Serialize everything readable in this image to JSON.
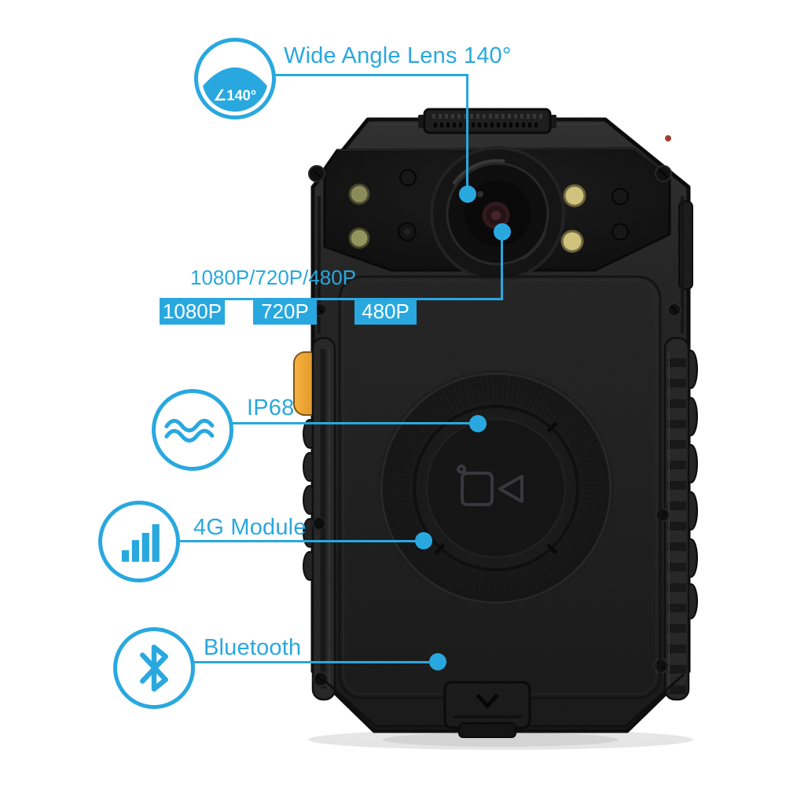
{
  "accent_color": "#29a8df",
  "callouts": {
    "wide_angle": {
      "icon": "lens-angle-icon",
      "icon_text": "∠140°",
      "label": "Wide Angle Lens 140°"
    },
    "resolution": {
      "title": "1080P/720P/480P",
      "badges": [
        "1080P",
        "720P",
        "480P"
      ]
    },
    "waterproof": {
      "icon": "water-waves-icon",
      "label": "IP68"
    },
    "cellular": {
      "icon": "signal-bars-icon",
      "label": "4G Module"
    },
    "bluetooth": {
      "icon": "bluetooth-icon",
      "label": "Bluetooth"
    }
  }
}
